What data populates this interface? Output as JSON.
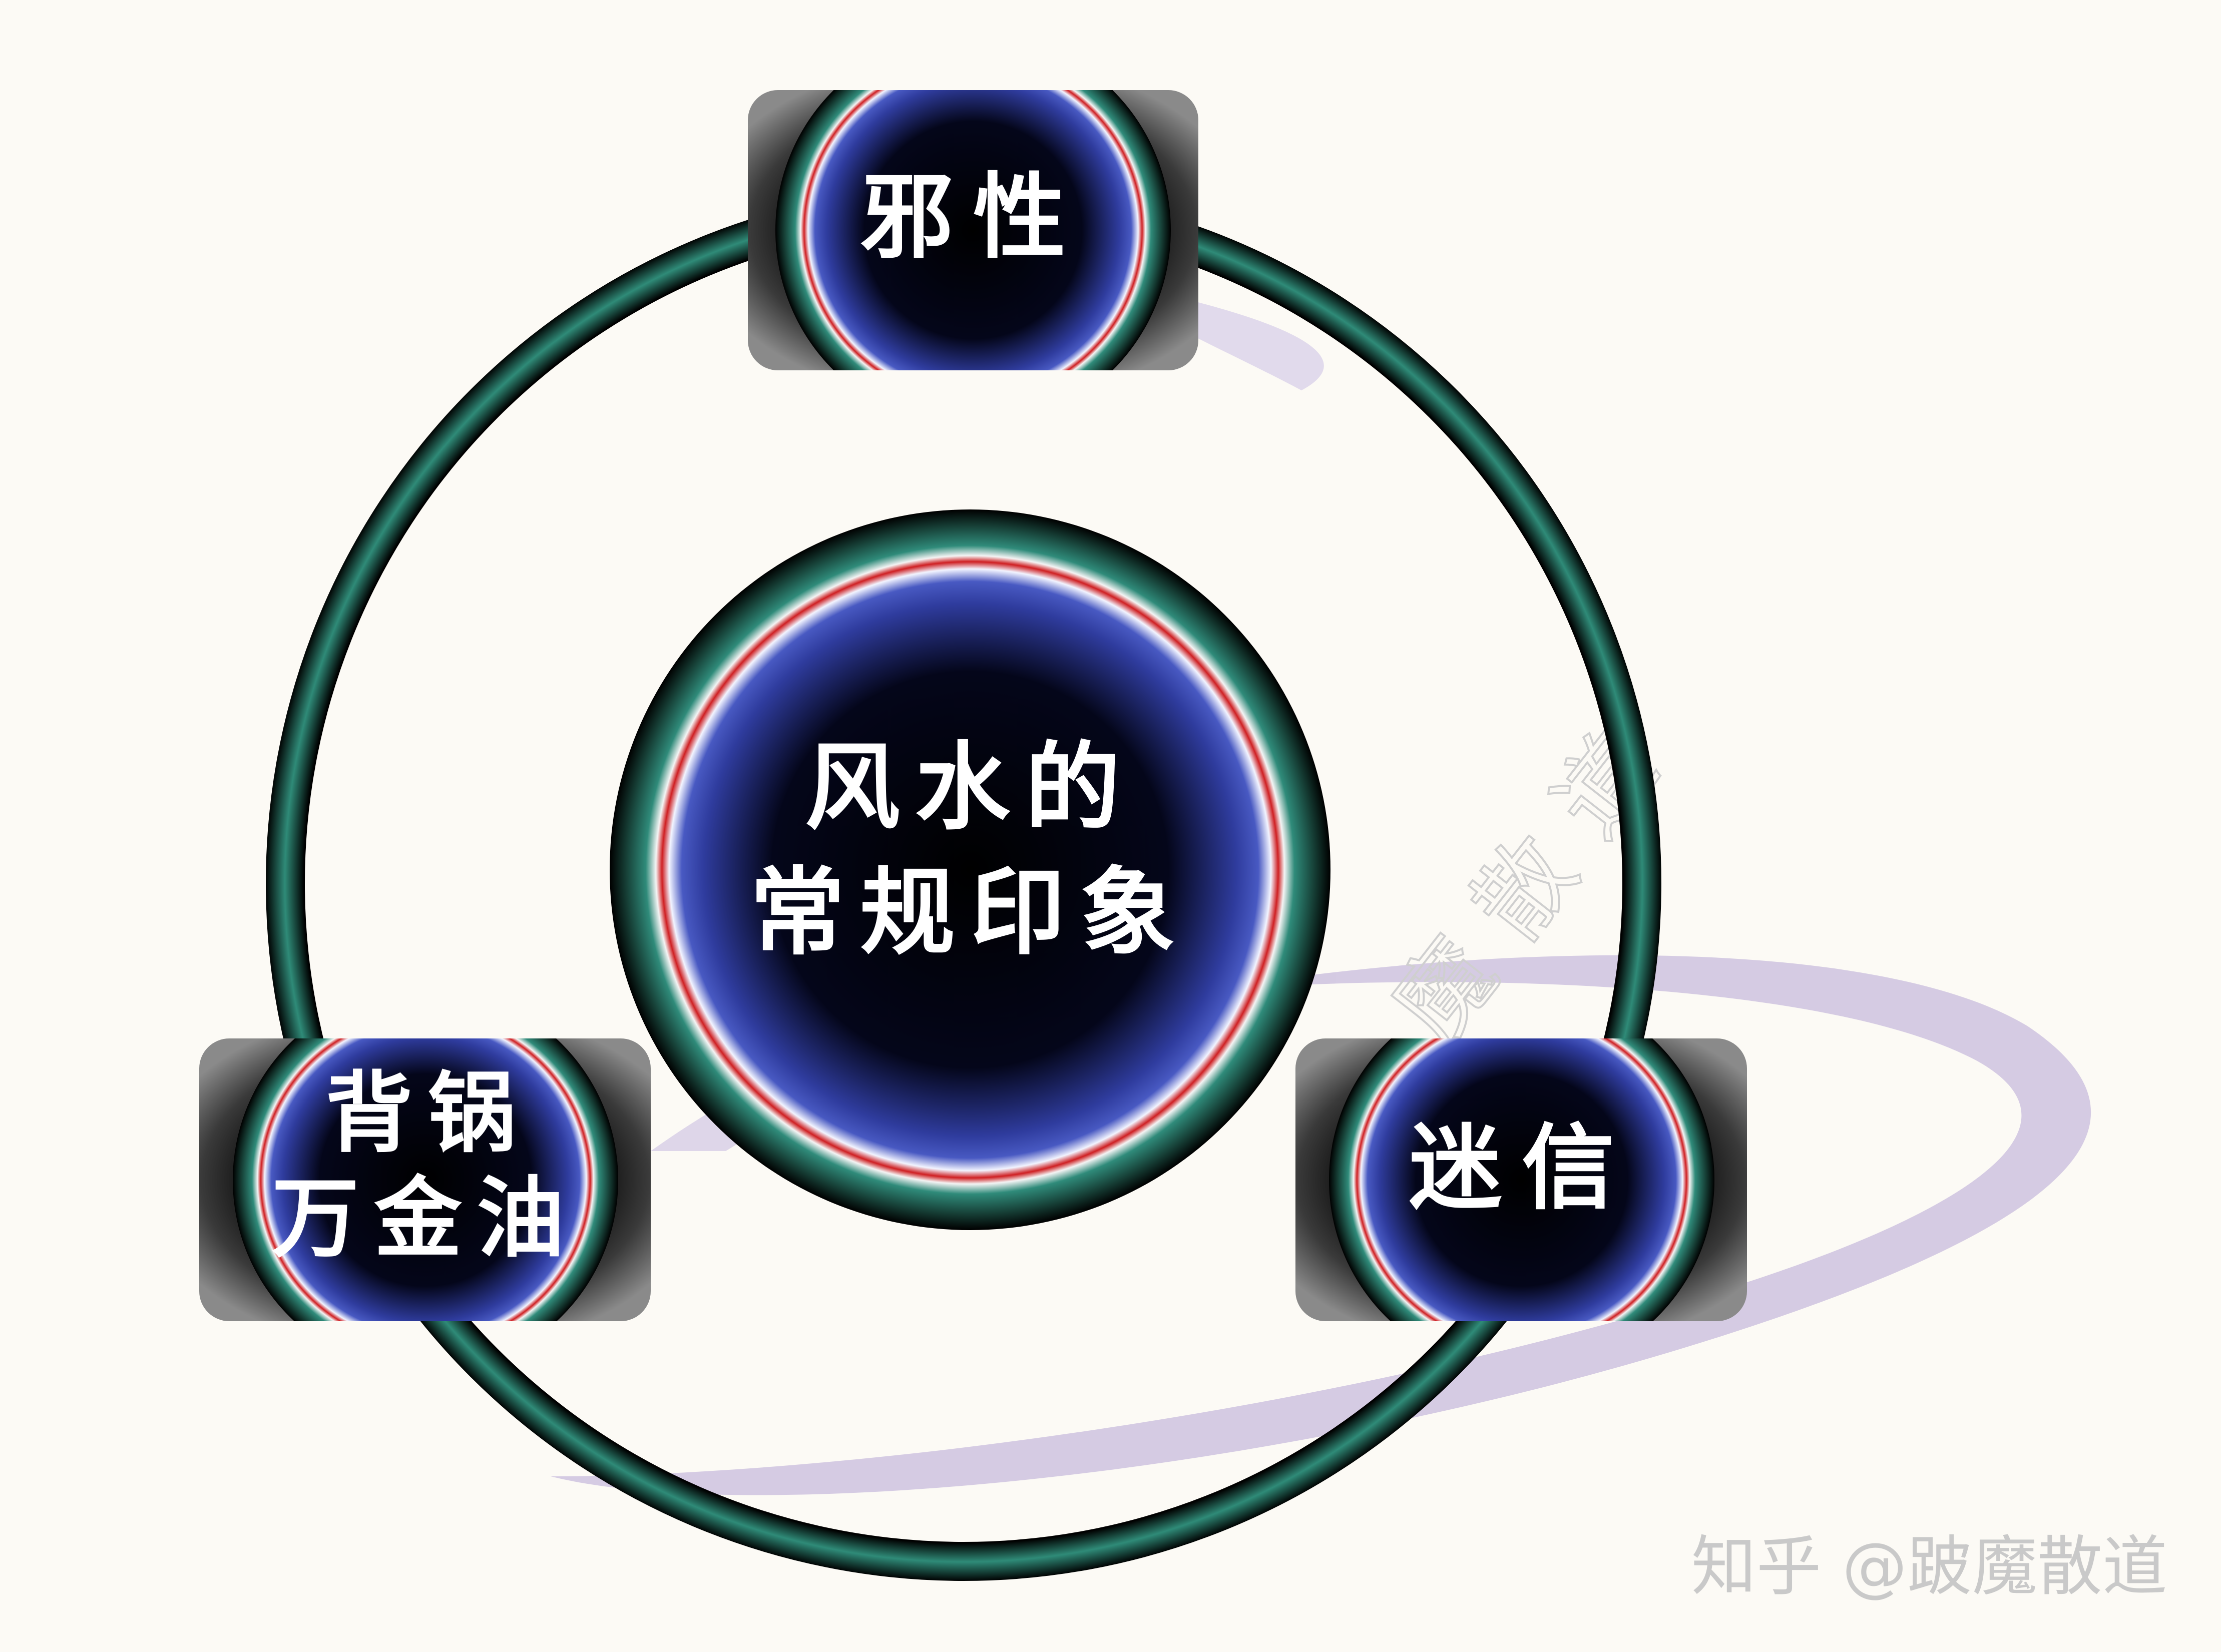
{
  "diagram": {
    "center": {
      "line1": "风水的",
      "line2": "常规印象"
    },
    "top": {
      "line1": "邪性"
    },
    "left": {
      "line1": "背锅",
      "line2": "万金油"
    },
    "right": {
      "line1": "迷信"
    }
  },
  "watermark": {
    "text": "知乎 @跛魔散道",
    "seal": [
      "跛",
      "魔",
      "散",
      "道"
    ]
  },
  "colors": {
    "background": "#fcfaf5",
    "ring_teal": "#2e8a78",
    "ring_dark": "#050807",
    "node_blue": "#3342a8",
    "node_red": "#c2181c",
    "tile_gray": "#7a7a7a",
    "swoosh": "#b9aad6"
  }
}
